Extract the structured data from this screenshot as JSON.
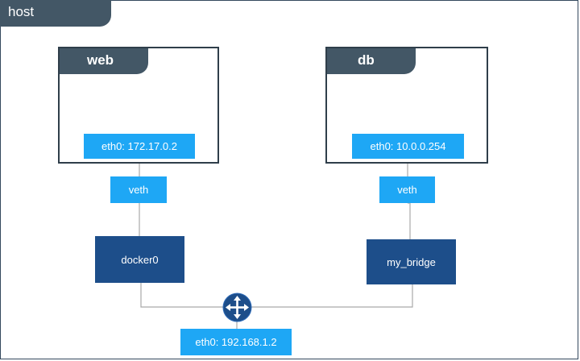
{
  "host": {
    "label": "host"
  },
  "containers": {
    "web": {
      "name": "web",
      "interface": "eth0: 172.17.0.2"
    },
    "db": {
      "name": "db",
      "interface": "eth0: 10.0.0.254"
    }
  },
  "veth": {
    "web_label": "veth",
    "db_label": "veth"
  },
  "bridges": {
    "docker0": "docker0",
    "custom": "my_bridge"
  },
  "router": {
    "icon": "router-icon",
    "interface": "eth0: 192.168.1.2"
  },
  "colors": {
    "tab_dark": "#435766",
    "interface_blue": "#1ea7f5",
    "bridge_navy": "#1d4e8a",
    "line_gray": "#a9a9a9"
  }
}
